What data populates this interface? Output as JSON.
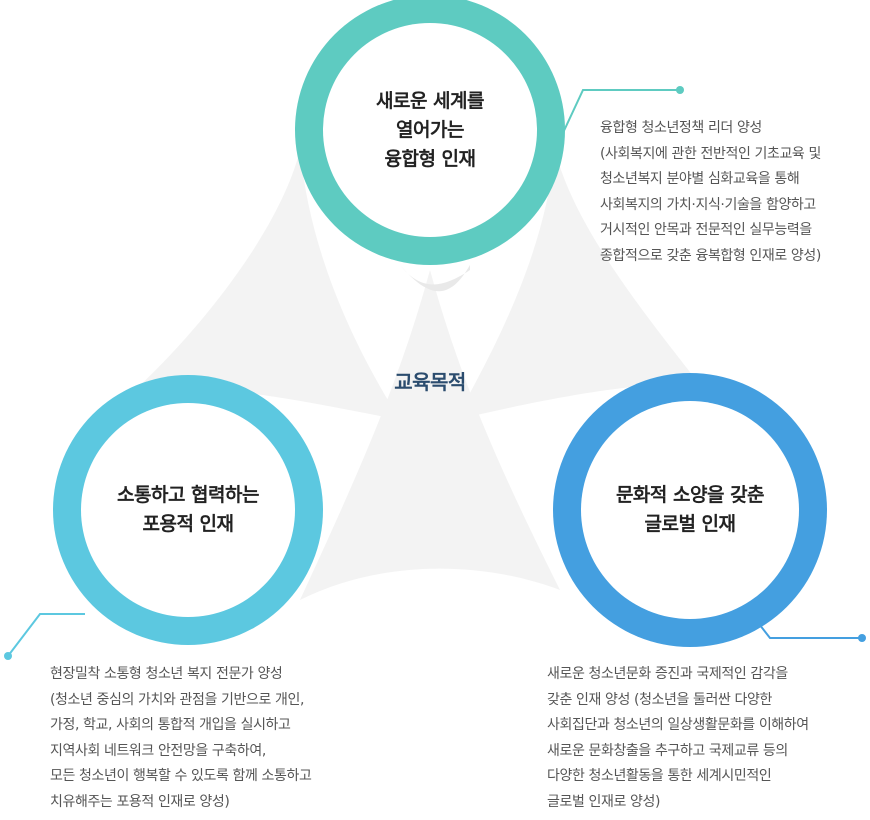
{
  "center_label": "교육목적",
  "goals": [
    {
      "id": "top",
      "title_lines": [
        "새로운 세계를",
        "열어가는",
        "융합형 인재"
      ],
      "color": "#5ecbc1",
      "description_lines": [
        "융합형 청소년정책 리더 양성",
        "(사회복지에 관한 전반적인 기초교육 및",
        "청소년복지 분야별 심화교육을 통해",
        "사회복지의 가치·지식·기술을 함양하고",
        "거시적인 안목과 전문적인 실무능력을",
        "종합적으로 갖춘 융복합형 인재로 양성)"
      ]
    },
    {
      "id": "left",
      "title_lines": [
        "소통하고 협력하는",
        "포용적 인재"
      ],
      "color": "#5cc8e0",
      "description_lines": [
        "현장밀착 소통형 청소년 복지 전문가 양성",
        "(청소년 중심의 가치와 관점을 기반으로 개인,",
        "가정, 학교, 사회의 통합적 개입을 실시하고",
        "지역사회 네트워크 안전망을 구축하여,",
        "모든 청소년이 행복할 수 있도록 함께 소통하고",
        "치유해주는 포용적 인재로 양성)"
      ]
    },
    {
      "id": "right",
      "title_lines": [
        "문화적 소양을 갖춘",
        "글로벌 인재"
      ],
      "color": "#449fe0",
      "description_lines": [
        "새로운 청소년문화 증진과 국제적인 감각을",
        "갖춘 인재 양성 (청소년을 둘러싼 다양한",
        "사회집단과 청소년의 일상생활문화를 이해하여",
        "새로운 문화창출을 추구하고 국제교류 등의",
        "다양한 청소년활동을 통한 세계시민적인",
        "글로벌 인재로 양성)"
      ]
    }
  ]
}
